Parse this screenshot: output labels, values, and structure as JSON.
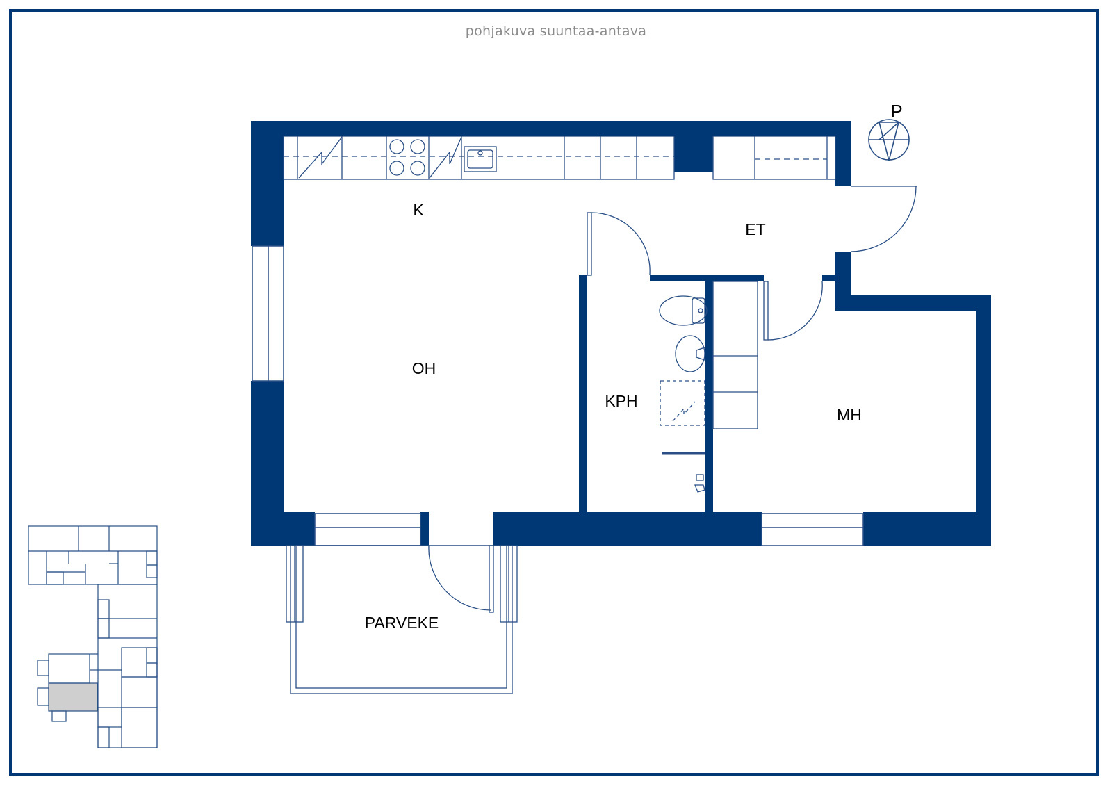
{
  "header": {
    "subtitle": "pohjakuva suuntaa-antava"
  },
  "colors": {
    "wall": "#003876",
    "line": "#294f86",
    "highlight": "#cfcfcf",
    "frame": "#003876"
  },
  "compass": {
    "label": "P"
  },
  "rooms": {
    "kitchen": "K",
    "living": "OH",
    "entrance": "ET",
    "bathroom": "KPH",
    "bedroom": "MH",
    "balcony": "PARVEKE"
  },
  "key_plan": {
    "highlighted_unit": "current apartment"
  }
}
